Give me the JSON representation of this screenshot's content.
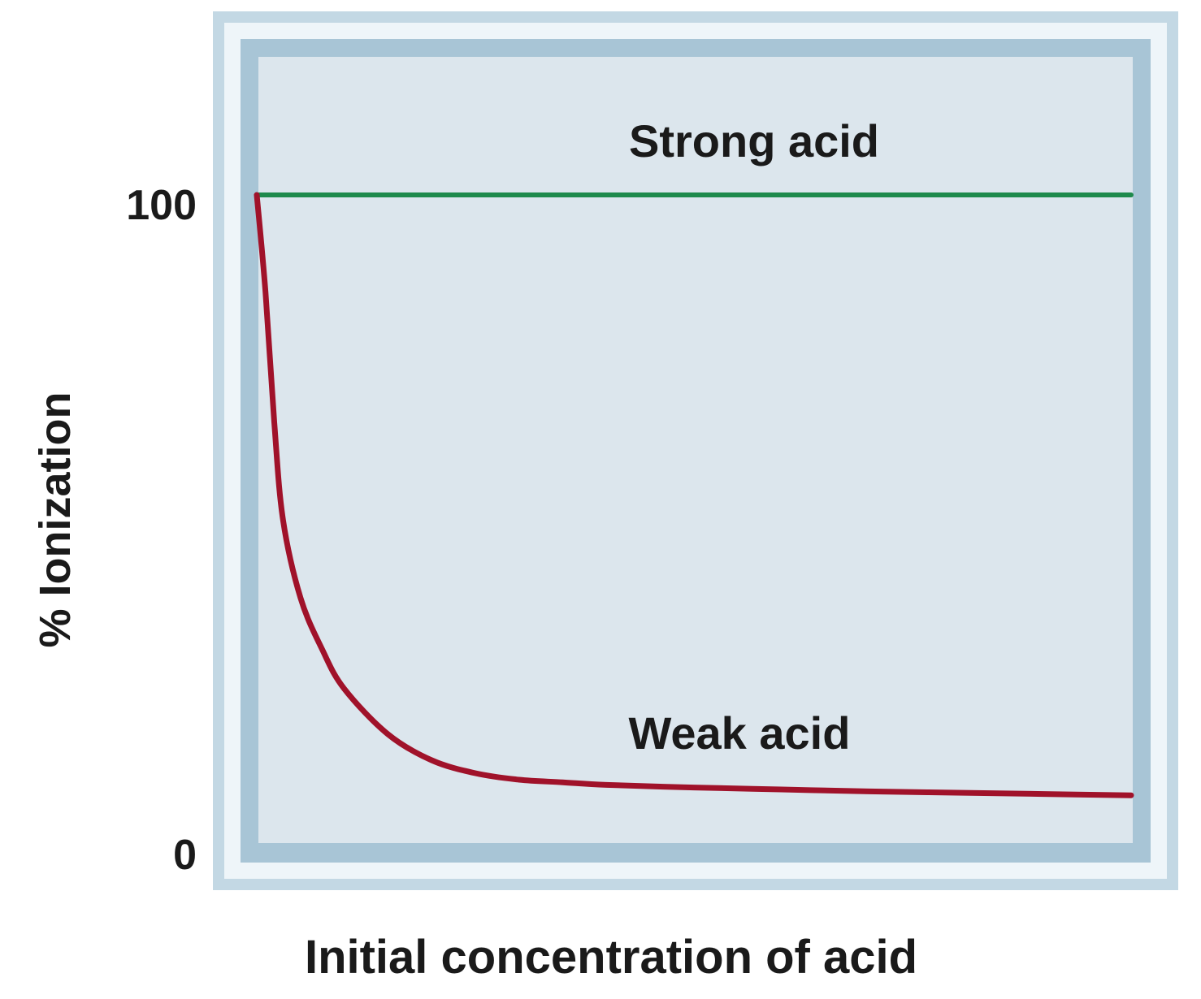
{
  "chart_data": {
    "type": "line",
    "title": "",
    "xlabel": "Initial concentration of acid",
    "ylabel": "% Ionization",
    "ylim": [
      0,
      100
    ],
    "xlim": [
      0,
      1
    ],
    "y_ticks": [
      "100",
      "0"
    ],
    "grid": false,
    "series": [
      {
        "name": "Strong acid",
        "color": "#1e8a4c",
        "x": [
          0,
          1
        ],
        "y": [
          100,
          100
        ]
      },
      {
        "name": "Weak acid",
        "color": "#a0122a",
        "x": [
          0,
          0.01,
          0.02,
          0.03,
          0.05,
          0.075,
          0.1,
          0.15,
          0.2,
          0.25,
          0.3,
          0.35,
          0.4,
          0.5,
          0.6,
          0.7,
          0.8,
          0.9,
          1.0
        ],
        "y": [
          100,
          85,
          65,
          50,
          38,
          30,
          24,
          17,
          13,
          11,
          10,
          9.6,
          9.2,
          8.8,
          8.5,
          8.2,
          8.0,
          7.8,
          7.6
        ]
      }
    ],
    "colors": {
      "plot_background": "#dce6ed",
      "frame_outer": "#e8f1f6",
      "frame_inner": "#a9c6d6"
    }
  }
}
